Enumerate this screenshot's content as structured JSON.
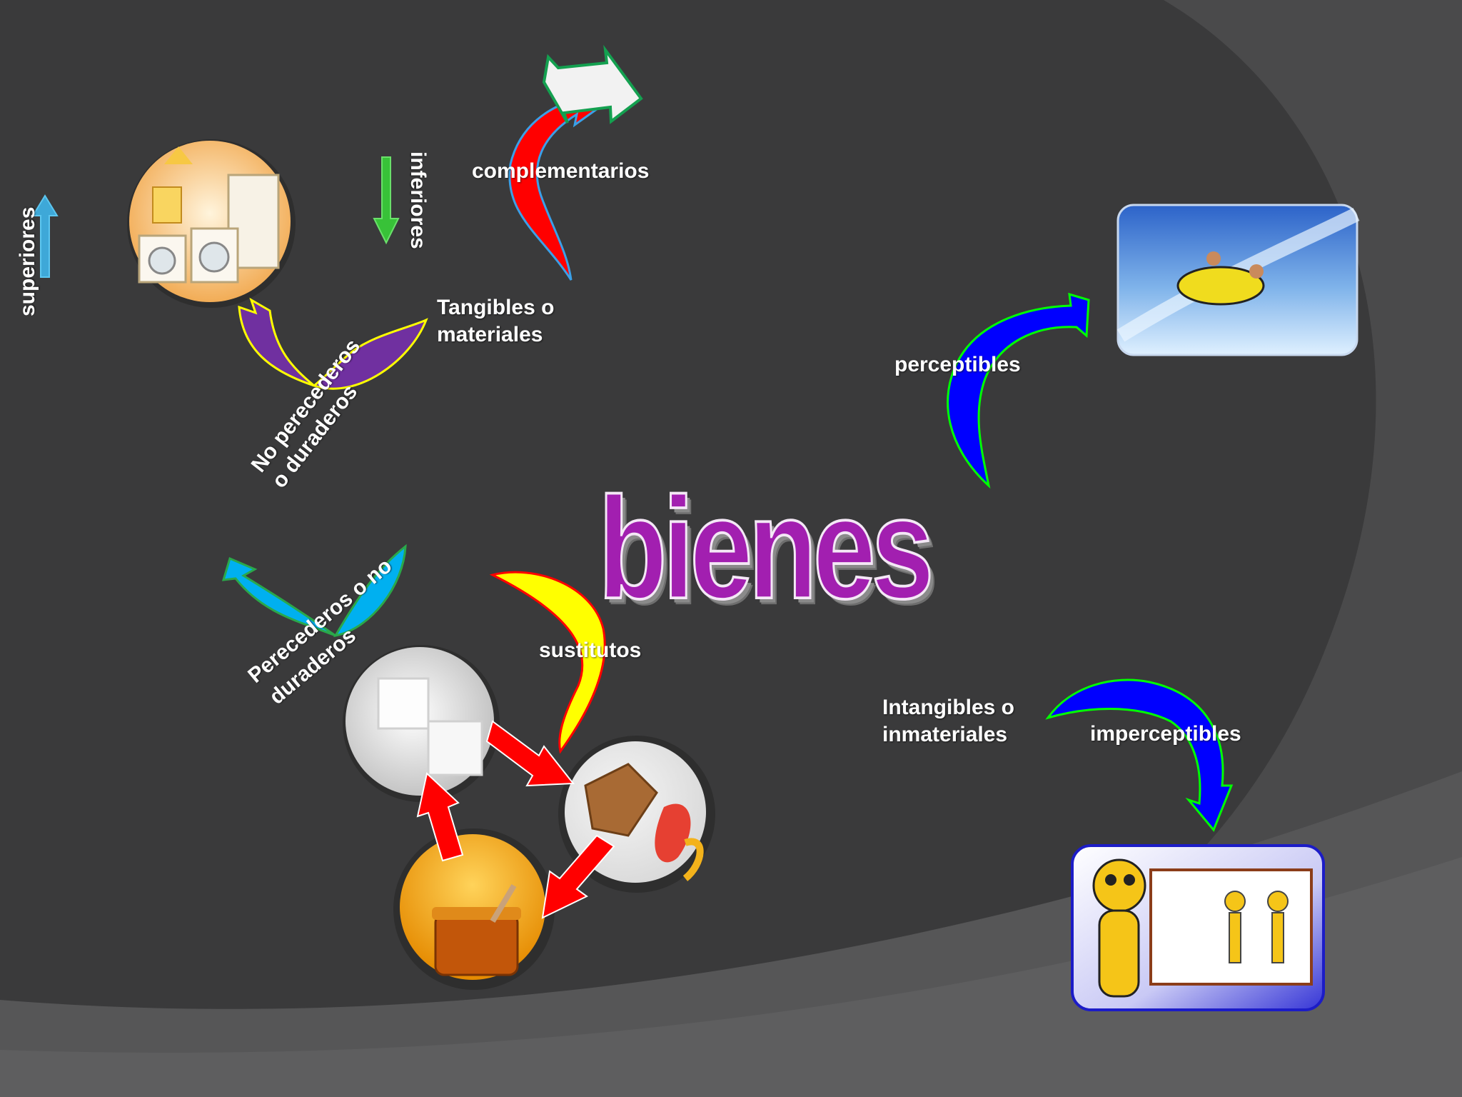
{
  "title": "bienes",
  "labels": {
    "superiores": "superiores",
    "inferiores": "inferiores",
    "complementarios": "complementarios",
    "tangibles_line1": "Tangibles o",
    "tangibles_line2": "materiales",
    "no_perecederos_line1": "No perecederos",
    "no_perecederos_line2": "o duraderos",
    "perecederos_line1": "Perecederos o no",
    "perecederos_line2": "duraderos",
    "sustitutos": "sustitutos",
    "perceptibles": "perceptibles",
    "intangibles_line1": "Intangibles o",
    "intangibles_line2": "inmateriales",
    "imperceptibles": "imperceptibles"
  },
  "colors": {
    "background": "#3a3a3b",
    "background_arc": "#2f2f30",
    "title": "#a21fb0",
    "purple_arrow": "#7030a0",
    "yellow_outline": "#ffff00",
    "red_arrow": "#ff0000",
    "cyan_arrow": "#00b0f0",
    "blue_arrow": "#0000ff",
    "green_outline": "#00ff00",
    "white_arrow": "#f2f2f2"
  },
  "images": [
    "home-appliances-image",
    "water-slide-image",
    "sugar-cubes-image",
    "panela-image",
    "honey-jar-image",
    "tiger-mascot-image"
  ]
}
